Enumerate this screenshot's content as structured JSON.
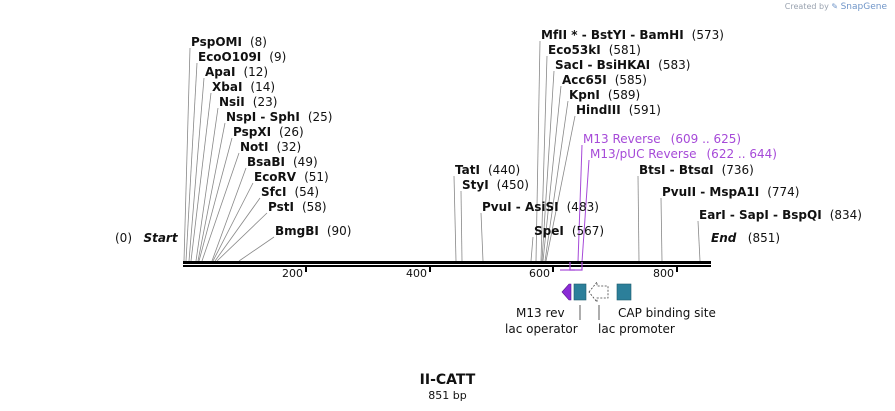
{
  "credit": {
    "prefix": "Created by",
    "brand": "SnapGene"
  },
  "map": {
    "name": "II-CATT",
    "length_label": "851 bp",
    "start_pos": "(0)",
    "start_label": "Start",
    "end_label": "End",
    "end_pos": "(851)",
    "ticks": [
      "200",
      "400",
      "600",
      "800"
    ]
  },
  "sites": [
    {
      "name": "PspOMI",
      "pos": "(8)"
    },
    {
      "name": "EcoO109I",
      "pos": "(9)"
    },
    {
      "name": "ApaI",
      "pos": "(12)"
    },
    {
      "name": "XbaI",
      "pos": "(14)"
    },
    {
      "name": "NsiI",
      "pos": "(23)"
    },
    {
      "name": "NspI  -  SphI",
      "pos": "(25)"
    },
    {
      "name": "PspXI",
      "pos": "(26)"
    },
    {
      "name": "NotI",
      "pos": "(32)"
    },
    {
      "name": "BsaBI",
      "pos": "(49)"
    },
    {
      "name": "EcoRV",
      "pos": "(51)"
    },
    {
      "name": "SfcI",
      "pos": "(54)"
    },
    {
      "name": "PstI",
      "pos": "(58)"
    },
    {
      "name": "BmgBI",
      "pos": "(90)"
    },
    {
      "name": "TatI",
      "pos": "(440)"
    },
    {
      "name": "StyI",
      "pos": "(450)"
    },
    {
      "name": "PvuI  -  AsiSI",
      "pos": "(483)"
    },
    {
      "name": "SpeI",
      "pos": "(567)"
    },
    {
      "name": "MfII *  -  BstYI  -  BamHI",
      "pos": "(573)"
    },
    {
      "name": "Eco53kI",
      "pos": "(581)"
    },
    {
      "name": "SacI  -  BsiHKAI",
      "pos": "(583)"
    },
    {
      "name": "Acc65I",
      "pos": "(585)"
    },
    {
      "name": "KpnI",
      "pos": "(589)"
    },
    {
      "name": "HindIII",
      "pos": "(591)"
    },
    {
      "name": "BtsI  -  BtsαI",
      "pos": "(736)"
    },
    {
      "name": "PvuII  -  MspA1I",
      "pos": "(774)"
    },
    {
      "name": "EarI  -  SapI  -  BspQI",
      "pos": "(834)"
    }
  ],
  "primers": [
    {
      "name": "M13 Reverse",
      "range": "(609 .. 625)"
    },
    {
      "name": "M13/pUC Reverse",
      "range": "(622 .. 644)"
    }
  ],
  "features": [
    {
      "name": "M13 rev",
      "color": "#8b2bd6"
    },
    {
      "name": "lac operator",
      "color": "#2c7f9a"
    },
    {
      "name": "lac promoter",
      "color": "#ffffff"
    },
    {
      "name": "CAP binding site",
      "color": "#2c7f9a"
    }
  ],
  "colors": {
    "primer": "#a64ad8",
    "backbone": "#000000"
  }
}
